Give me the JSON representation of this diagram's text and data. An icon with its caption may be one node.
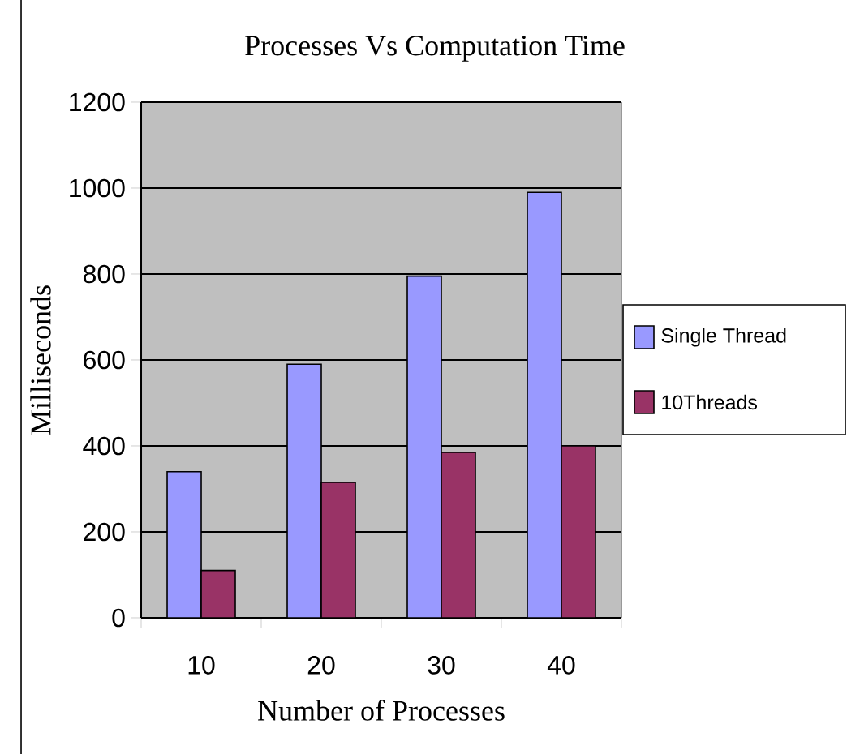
{
  "diagram": {
    "chart_data": {
      "type": "bar",
      "title": "Processes Vs Computation Time",
      "xlabel": "Number of Processes",
      "ylabel": "Milliseconds",
      "categories": [
        "10",
        "20",
        "30",
        "40"
      ],
      "series": [
        {
          "name": "Single Thread",
          "color": "#9999ff",
          "values": [
            340,
            590,
            795,
            990
          ]
        },
        {
          "name": "10Threads",
          "color": "#993366",
          "values": [
            110,
            315,
            385,
            400
          ]
        }
      ],
      "grid": true,
      "legend": true,
      "ylim": [
        0,
        1200
      ],
      "yticks": [
        0,
        200,
        400,
        600,
        800,
        1000,
        1200
      ]
    }
  }
}
